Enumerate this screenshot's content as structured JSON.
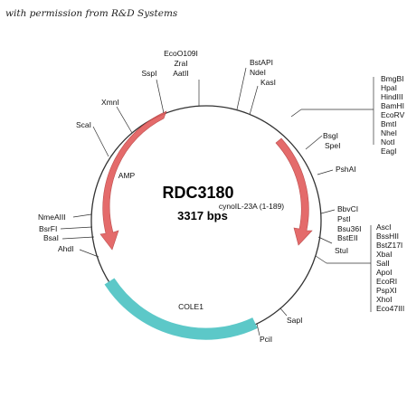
{
  "credit": "with permission from R&D Systems",
  "plasmid": {
    "name": "RDC3180",
    "size_label": "3317 bps",
    "insert_label": "cynoIL-23A (1-189)"
  },
  "features": {
    "amp": "AMP",
    "cole1": "COLE1"
  },
  "sites": {
    "ecoo109i": "EcoO109I",
    "zrai": "ZraI",
    "aatii": "AatII",
    "sspi": "SspI",
    "bstapi": "BstAPI",
    "ndei": "NdeI",
    "kasi": "KasI",
    "xmni": "XmnI",
    "scai": "ScaI",
    "bsgi": "BsgI",
    "spei": "SpeI",
    "psh_ai": "PshAI",
    "bbvci": "BbvCI",
    "psti": "PstI",
    "bsu36i": "Bsu36I",
    "bsteii": "BstEII",
    "stui": "StuI",
    "nmeaiii": "NmeAIII",
    "bsrfi": "BsrFI",
    "bsai": "BsaI",
    "ahdi": "AhdI",
    "sapi": "SapI",
    "pcii": "PciI",
    "mcs1": [
      "BmgBI",
      "HpaI",
      "HindIII",
      "BamHI",
      "EcoRV",
      "BmtI",
      "NheI",
      "NotI",
      "EagI"
    ],
    "mcs2": [
      "AscI",
      "BssHII",
      "BstZ17I",
      "XbaI",
      "SalI",
      "ApoI",
      "EcoRI",
      "PspXI",
      "XhoI",
      "Eco47III"
    ]
  },
  "colors": {
    "amp_arrow": "#e25b5b",
    "insert_arrow": "#e25b5b",
    "cole1_bar": "#5cc8c8",
    "backbone": "#333333"
  }
}
